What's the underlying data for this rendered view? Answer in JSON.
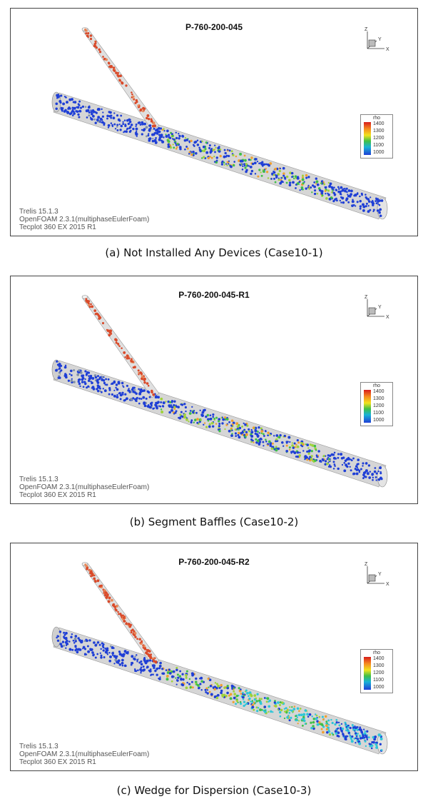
{
  "panels": [
    {
      "title": "P-760-200-045",
      "caption": "(a) Not Installed Any Devices (Case10-1)",
      "credits": [
        "Trelis 15.1.3",
        "OpenFOAM 2.3.1(multiphaseEulerFoam)",
        "Tecplot 360 EX 2015 R1"
      ],
      "legend": {
        "variable": "rho",
        "ticks": [
          "1400",
          "1300",
          "1200",
          "1100",
          "1000"
        ]
      },
      "axes": {
        "z": "Z",
        "y": "Y",
        "x": "X"
      }
    },
    {
      "title": "P-760-200-045-R1",
      "caption": "(b) Segment Baffles (Case10-2)",
      "credits": [
        "Trelis 15.1.3",
        "OpenFOAM 2.3.1(multiphaseEulerFoam)",
        "Tecplot 360 EX 2015 R1"
      ],
      "legend": {
        "variable": "rho",
        "ticks": [
          "1400",
          "1300",
          "1200",
          "1100",
          "1000"
        ]
      },
      "axes": {
        "z": "Z",
        "y": "Y",
        "x": "X"
      }
    },
    {
      "title": "P-760-200-045-R2",
      "caption": "(c) Wedge for Dispersion (Case10-3)",
      "credits": [
        "Trelis 15.1.3",
        "OpenFOAM 2.3.1(multiphaseEulerFoam)",
        "Tecplot 360 EX 2015 R1"
      ],
      "legend": {
        "variable": "rho",
        "ticks": [
          "1400",
          "1300",
          "1200",
          "1100",
          "1000"
        ]
      },
      "axes": {
        "z": "Z",
        "y": "Y",
        "x": "X"
      }
    }
  ],
  "colors": {
    "pipe": "#d9d9d9",
    "particle_low": "#1f3fd6",
    "particle_mid": "#3fbf47",
    "particle_high": "#d94a2a"
  }
}
